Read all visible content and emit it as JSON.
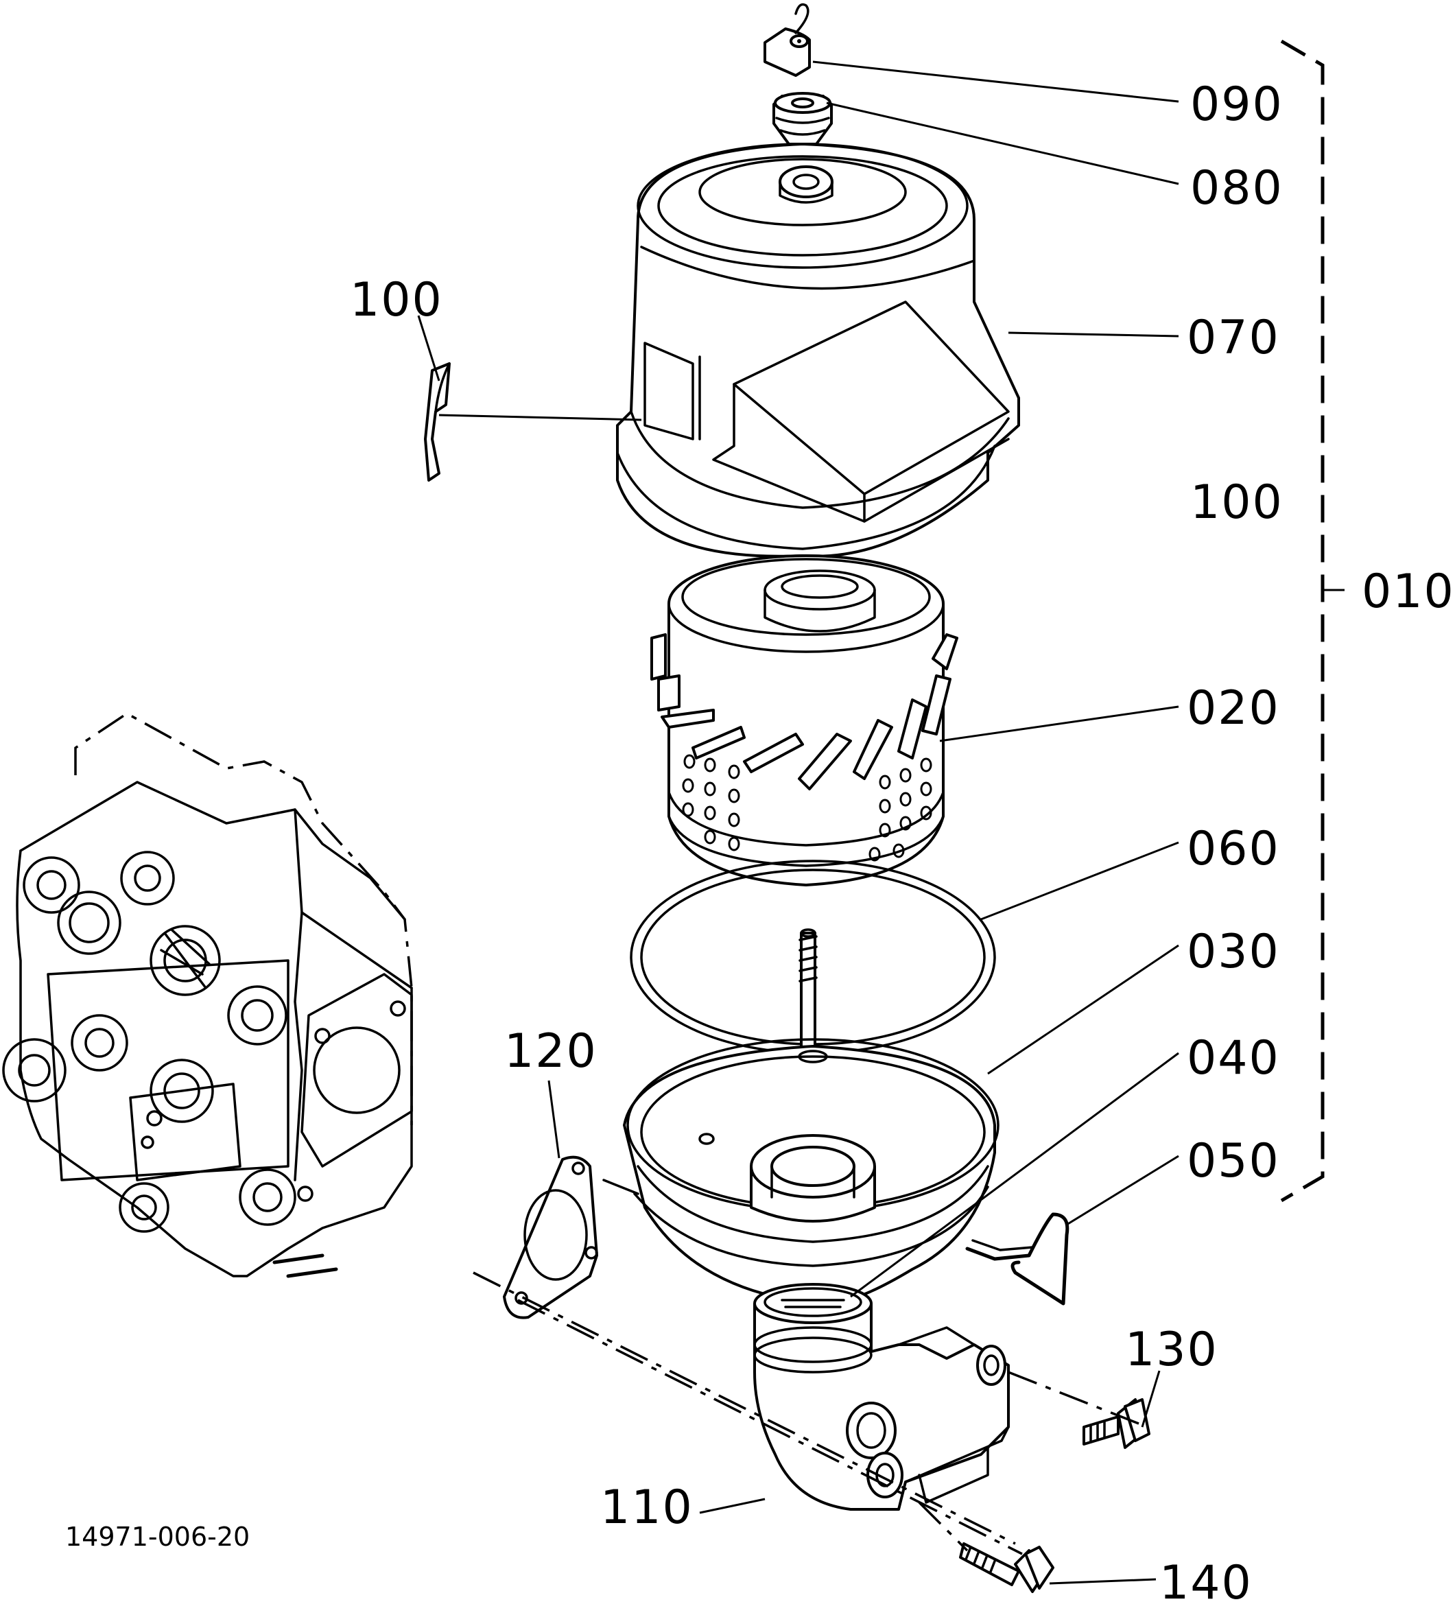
{
  "figure_code": "14971-006-20",
  "callouts": {
    "c090": "090",
    "c080": "080",
    "c070": "070",
    "c100_right": "100",
    "c010": "010",
    "c020": "020",
    "c060": "060",
    "c030": "030",
    "c040": "040",
    "c050": "050",
    "c100_left": "100",
    "c120": "120",
    "c110": "110",
    "c130": "130",
    "c140": "140"
  }
}
